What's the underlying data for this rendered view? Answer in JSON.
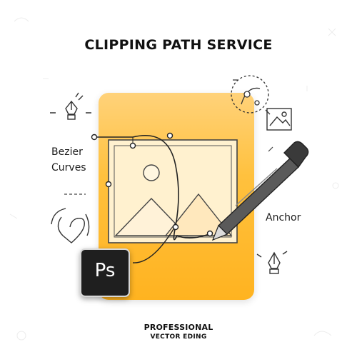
{
  "title": "CLIPPING PATH SERVICE",
  "labels": {
    "bezier": "Bezier Curves",
    "anchor": "Anchor"
  },
  "logo": {
    "text": "Ps"
  },
  "footer": {
    "line1": "PROFESSIONAL",
    "line2": "VECTOR EDING"
  },
  "colors": {
    "card_top": "#ffd27a",
    "card_bottom": "#ffb320",
    "line": "#333333",
    "ps_bg": "#1f1f1f"
  },
  "icons": [
    "pen-tool-icon",
    "pen-nib-icon",
    "heart-curve-icon",
    "image-icon",
    "anchor-node-icon",
    "pen-stylus-icon"
  ]
}
